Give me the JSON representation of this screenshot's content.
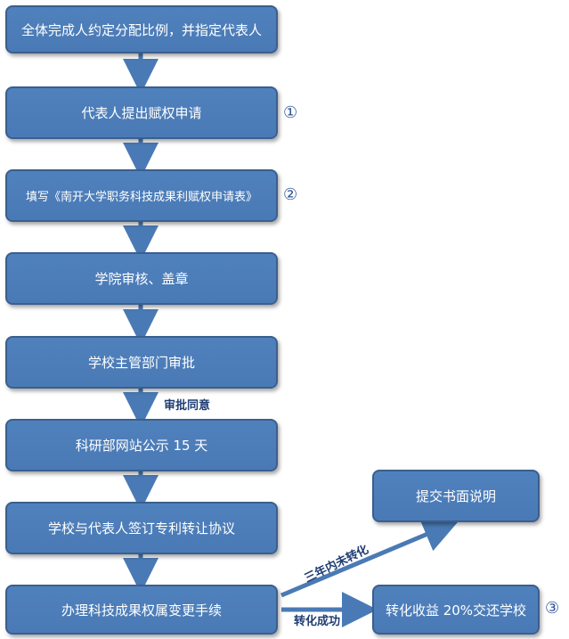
{
  "steps": [
    "全体完成人约定分配比例，并指定代表人",
    "代表人提出赋权申请",
    "填写《南开大学职务科技成果利赋权申请表》",
    "学院审核、盖章",
    "学校主管部门审批",
    "科研部网站公示 15 天",
    "学校与代表人签订专利转让协议",
    "办理科技成果权属变更手续"
  ],
  "outcomes": {
    "success_box": "转化收益 20%交还学校",
    "fail_box": "提交书面说明"
  },
  "edge_labels": {
    "approved": "审批同意",
    "success": "转化成功",
    "not_converted": "三年内未转化"
  },
  "markers": {
    "m1": "①",
    "m2": "②",
    "m3": "③"
  }
}
